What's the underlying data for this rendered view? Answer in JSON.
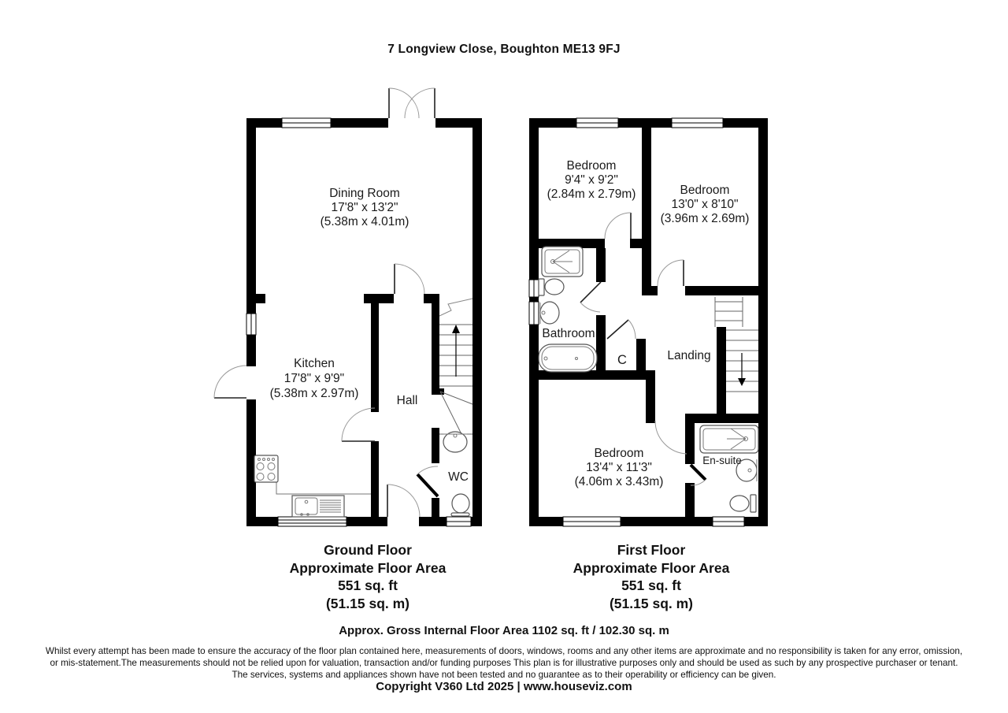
{
  "title": "7 Longview Close, Boughton ME13 9FJ",
  "plans": {
    "ground": {
      "rooms": {
        "dining": {
          "name": "Dining Room",
          "imperial": "17'8\" x 13'2\"",
          "metric": "(5.38m x 4.01m)"
        },
        "kitchen": {
          "name": "Kitchen",
          "imperial": "17'8\" x 9'9\"",
          "metric": "(5.38m x 2.97m)"
        },
        "hall": {
          "name": "Hall"
        },
        "wc": {
          "name": "WC"
        }
      },
      "summary": {
        "floor": "Ground Floor",
        "area_label": "Approximate Floor Area",
        "area_ft": "551 sq. ft",
        "area_m": "(51.15 sq. m)"
      }
    },
    "first": {
      "rooms": {
        "bedroom1": {
          "name": "Bedroom",
          "imperial": "9'4\" x 9'2\"",
          "metric": "(2.84m x 2.79m)"
        },
        "bedroom2": {
          "name": "Bedroom",
          "imperial": "13'0\" x 8'10\"",
          "metric": "(3.96m x 2.69m)"
        },
        "bedroom3": {
          "name": "Bedroom",
          "imperial": "13'4\" x 11'3\"",
          "metric": "(4.06m x 3.43m)"
        },
        "bathroom": {
          "name": "Bathroom"
        },
        "closet": {
          "name": "C"
        },
        "landing": {
          "name": "Landing"
        },
        "ensuite": {
          "name": "En-suite"
        }
      },
      "summary": {
        "floor": "First Floor",
        "area_label": "Approximate Floor Area",
        "area_ft": "551 sq. ft",
        "area_m": "(51.15 sq. m)"
      }
    }
  },
  "footer": {
    "gross_area": "Approx. Gross Internal Floor Area 1102 sq. ft / 102.30 sq. m",
    "disclaimer_lines": [
      "Whilst every attempt has been made to ensure the accuracy of the floor plan contained here, measurements of doors, windows, rooms and any other items are approximate and no responsibility is taken for any error, omission,",
      "or mis-statement.The measurements should not be relied upon for valuation, transaction and/or funding purposes This plan is for illustrative purposes only and should be used as such by any prospective purchaser or tenant.",
      "The services, systems and appliances shown have not been tested and no guarantee as to their operability or efficiency can be given."
    ],
    "copyright": "Copyright V360 Ltd 2025 | www.houseviz.com"
  },
  "colors": {
    "wall": "#000000",
    "background": "#ffffff",
    "text": "#1a1a1a"
  }
}
